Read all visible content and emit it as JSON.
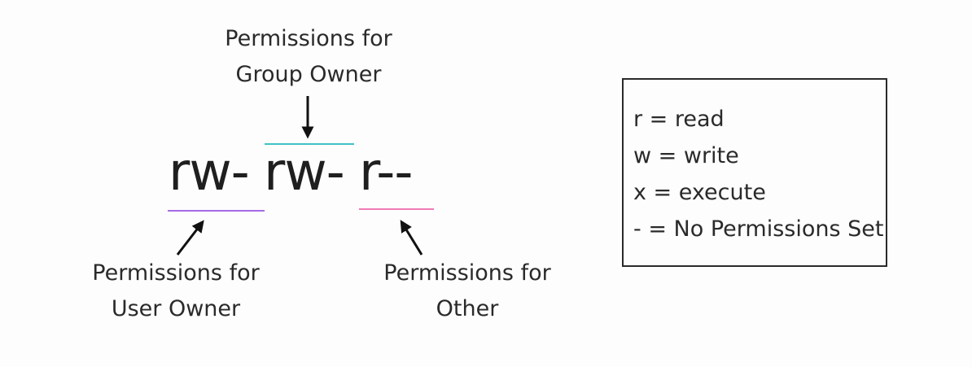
{
  "permissions": {
    "user": "rw-",
    "group": "rw-",
    "other": "r--"
  },
  "captions": {
    "group": [
      "Permissions for",
      "Group Owner"
    ],
    "user": [
      "Permissions for",
      "User Owner"
    ],
    "other": [
      "Permissions for",
      "Other"
    ]
  },
  "colors": {
    "group_underline": "#3ec1c7",
    "user_underline": "#a56be8",
    "other_underline": "#f07ab7",
    "text": "#2a2a2a"
  },
  "legend": {
    "items": [
      "r = read",
      "w = write",
      "x = execute",
      "- = No Permissions Set"
    ]
  }
}
